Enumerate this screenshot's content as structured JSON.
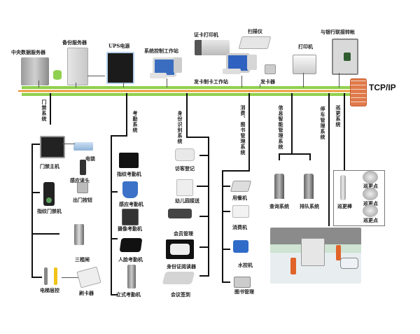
{
  "network": {
    "protocol_label": "TCP/IP",
    "colors": {
      "bus_green": "#8fd14f",
      "bus_orange": "#f08a24",
      "firewall": "#e07a4a"
    }
  },
  "top_devices": [
    {
      "id": "central-db-server",
      "label": "中央数据服务器"
    },
    {
      "id": "backup-server",
      "label": "备份服务器"
    },
    {
      "id": "ups",
      "label": "UPS电源"
    },
    {
      "id": "control-workstation",
      "label": "系统控制工作站"
    },
    {
      "id": "card-printer",
      "label": "证卡打印机"
    },
    {
      "id": "scanner",
      "label": "扫描仪"
    },
    {
      "id": "card-workstation",
      "label": "发卡制卡工作站"
    },
    {
      "id": "card-issuer",
      "label": "发卡器"
    },
    {
      "id": "printer",
      "label": "打印机"
    },
    {
      "id": "bank-transfer",
      "label": "与银行联接转帐"
    }
  ],
  "subsystems": {
    "access": {
      "title": "门禁系统",
      "devices": [
        "门禁主机",
        "电锁",
        "感应读头",
        "出门按钮",
        "指纹门禁机",
        "三棍闸",
        "电梯层控",
        "刷卡器"
      ]
    },
    "attendance": {
      "title": "考勤系统",
      "devices": [
        "指纹考勤机",
        "感应考勤机",
        "摄像考勤机",
        "人脸考勤机",
        "立式考勤机"
      ]
    },
    "identity": {
      "title": "身份识别系统",
      "devices": [
        "访客登记",
        "幼儿园接送",
        "会员管理",
        "身份证阅读器",
        "会议签到"
      ]
    },
    "consumption": {
      "title": "消费、图书管理系统",
      "devices": [
        "用餐机",
        "消费机",
        "水控机",
        "图书管理"
      ]
    },
    "info": {
      "title": "信息智能管理系统",
      "devices": [
        "查询系统",
        "排队系统"
      ]
    },
    "parking": {
      "title": "停车管理系统"
    },
    "patrol": {
      "title": "巡更系统",
      "devices": [
        "巡更棒",
        "巡更点",
        "巡更点",
        "巡更点"
      ]
    }
  }
}
